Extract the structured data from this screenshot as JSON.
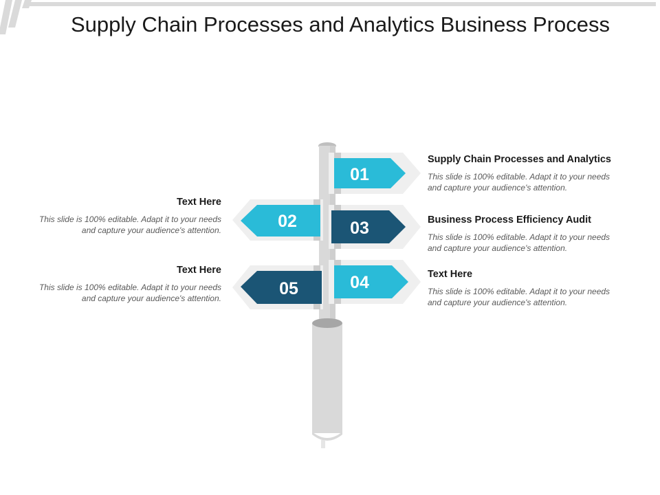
{
  "title": "Supply Chain Processes and Analytics Business Process",
  "colors": {
    "light_blue": "#2ABBD8",
    "dark_blue": "#1B5575",
    "frame": "#EFEFEF",
    "pole": "#D9D9D9"
  },
  "signs": [
    {
      "number": "01",
      "color": "light_blue"
    },
    {
      "number": "02",
      "color": "light_blue"
    },
    {
      "number": "03",
      "color": "dark_blue"
    },
    {
      "number": "04",
      "color": "light_blue"
    },
    {
      "number": "05",
      "color": "dark_blue"
    }
  ],
  "blocks": {
    "b01": {
      "heading": "Supply Chain Processes and Analytics",
      "body": "This slide is 100% editable. Adapt it to your needs and capture your audience's attention."
    },
    "b02": {
      "heading": "Text Here",
      "body": "This slide is 100% editable. Adapt it to your needs and capture your audience's attention."
    },
    "b03": {
      "heading": "Business Process Efficiency Audit",
      "body": "This slide is 100% editable. Adapt it to your needs and capture your audience's attention."
    },
    "b04": {
      "heading": "Text Here",
      "body": "This slide is 100% editable. Adapt it to your needs and capture your audience's attention."
    },
    "b05": {
      "heading": "Text Here",
      "body": "This slide is 100% editable. Adapt it to your needs and capture your audience's attention."
    }
  }
}
